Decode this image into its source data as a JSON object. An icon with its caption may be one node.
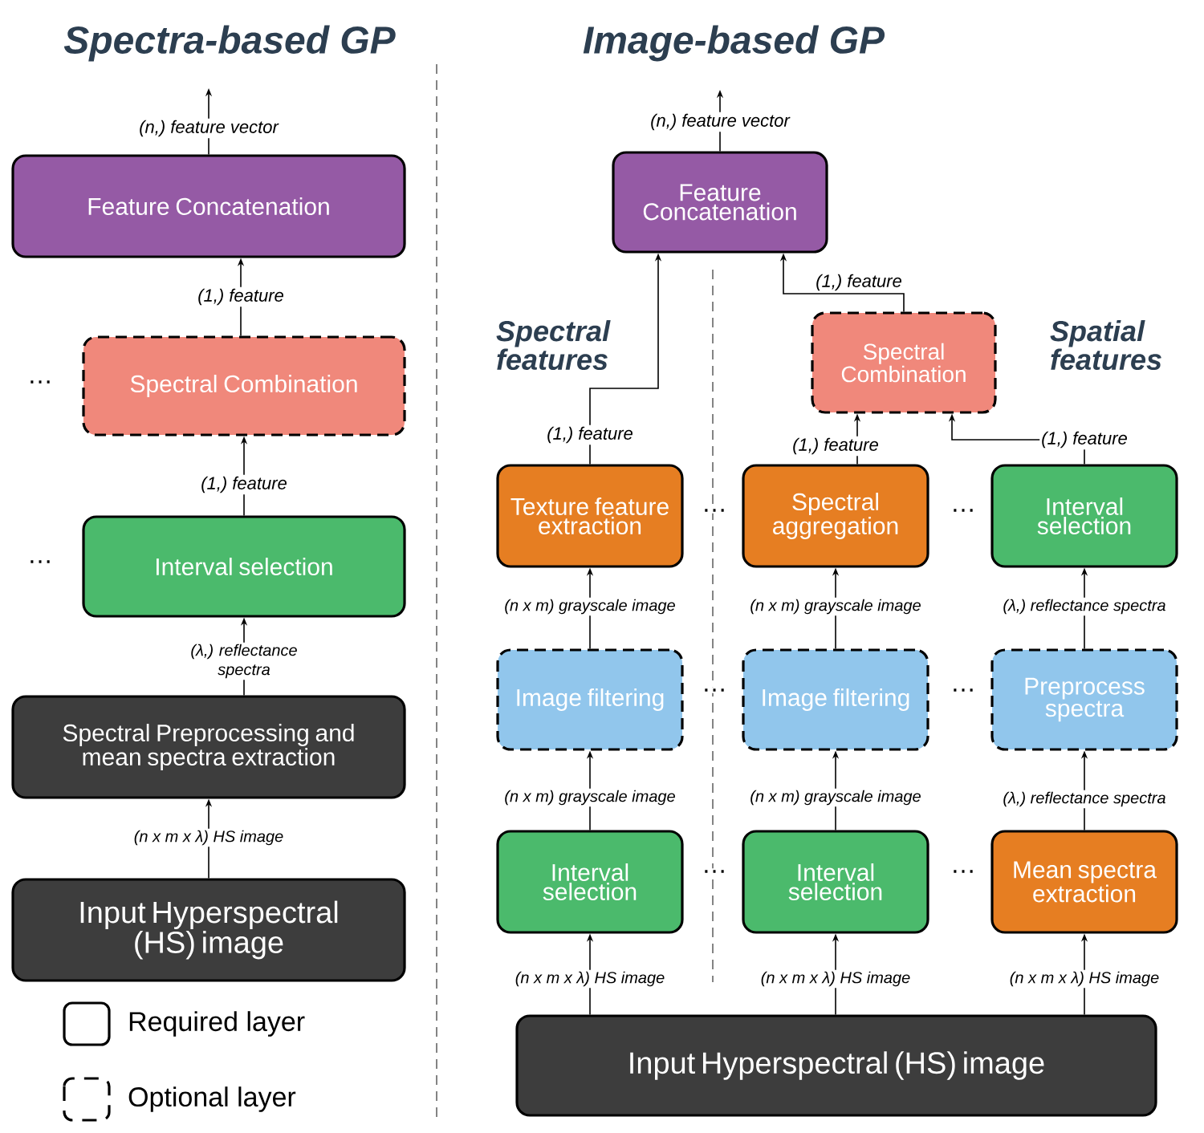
{
  "diagram": {
    "nodes": [
      {
        "text": [
          "Feature Concatenation"
        ]
      },
      {
        "text": [
          "Spectral Combination"
        ]
      },
      {
        "text": [
          "Interval selection"
        ]
      },
      {
        "text": [
          "Spectral Preprocessing and mean spectra extraction"
        ]
      },
      {
        "text": [
          "Input Hyperspectral (HS) image"
        ]
      },
      {
        "text": [
          "Feature Concatenation"
        ]
      },
      {
        "text": [
          "Spectral Combination"
        ]
      },
      {
        "text": [
          "Texture feature extraction"
        ]
      },
      {
        "text": [
          "Spectral aggregation"
        ]
      },
      {
        "text": [
          "Interval selection"
        ]
      },
      {
        "text": [
          "Image filtering"
        ]
      },
      {
        "text": [
          "Image filtering"
        ]
      },
      {
        "text": [
          "Preprocess spectra"
        ]
      },
      {
        "text": [
          "Interval selection"
        ]
      },
      {
        "text": [
          "Interval selection"
        ]
      },
      {
        "text": [
          "Mean spectra extraction"
        ]
      },
      {
        "text": [
          "Input Hyperspectral (HS) image"
        ]
      }
    ],
    "edges": [
      {
        "from": 0,
        "to": null,
        "arrow": "to",
        "label": "(n,) feature vector"
      },
      {
        "from": 1,
        "to": 0,
        "arrow": "to",
        "label": "(1,) feature"
      },
      {
        "from": 2,
        "to": 1,
        "arrow": "to",
        "label": "(1,) feature"
      },
      {
        "from": 3,
        "to": 2,
        "arrow": "to",
        "label": "(λ,) reflectance spectra"
      },
      {
        "from": 4,
        "to": 3,
        "arrow": "to",
        "label": "(n x m x λ) HS image"
      },
      {
        "from": 5,
        "to": null,
        "arrow": "to",
        "label": "(n,) feature vector"
      },
      {
        "from": 7,
        "to": 5,
        "arrow": "to",
        "label": "(1,) feature"
      },
      {
        "from": 6,
        "to": 5,
        "arrow": "to",
        "label": "(1,) feature"
      },
      {
        "from": 8,
        "to": 6,
        "arrow": "to",
        "label": "(1,) feature"
      },
      {
        "from": 9,
        "to": 6,
        "arrow": "to",
        "label": "(1,) feature"
      },
      {
        "from": 10,
        "to": 7,
        "arrow": "to",
        "label": "(n x m) grayscale image"
      },
      {
        "from": 11,
        "to": 8,
        "arrow": "to",
        "label": "(n x m) grayscale image"
      },
      {
        "from": 12,
        "to": 9,
        "arrow": "to",
        "label": "(λ,) reflectance spectra"
      },
      {
        "from": 13,
        "to": 10,
        "arrow": "to",
        "label": "(n x m) grayscale image"
      },
      {
        "from": 14,
        "to": 11,
        "arrow": "to",
        "label": "(n x m) grayscale image"
      },
      {
        "from": 15,
        "to": 12,
        "arrow": "to",
        "label": "(λ,) reflectance spectra"
      },
      {
        "from": 16,
        "to": 13,
        "arrow": "to",
        "label": "(n x m x λ) HS image"
      },
      {
        "from": 16,
        "to": 14,
        "arrow": "to",
        "label": "(n x m x λ) HS image"
      },
      {
        "from": 16,
        "to": 15,
        "arrow": "to",
        "label": "(n x m x λ) HS image"
      }
    ],
    "labels": [
      "Spectra-based GP",
      "Image-based GP",
      "Spectral features",
      "Spatial features",
      "…",
      "…",
      "…",
      "…",
      "…",
      "…",
      "…",
      "…"
    ],
    "legend": [
      {
        "text": "Required layer"
      },
      {
        "text": "Optional layer"
      }
    ]
  }
}
